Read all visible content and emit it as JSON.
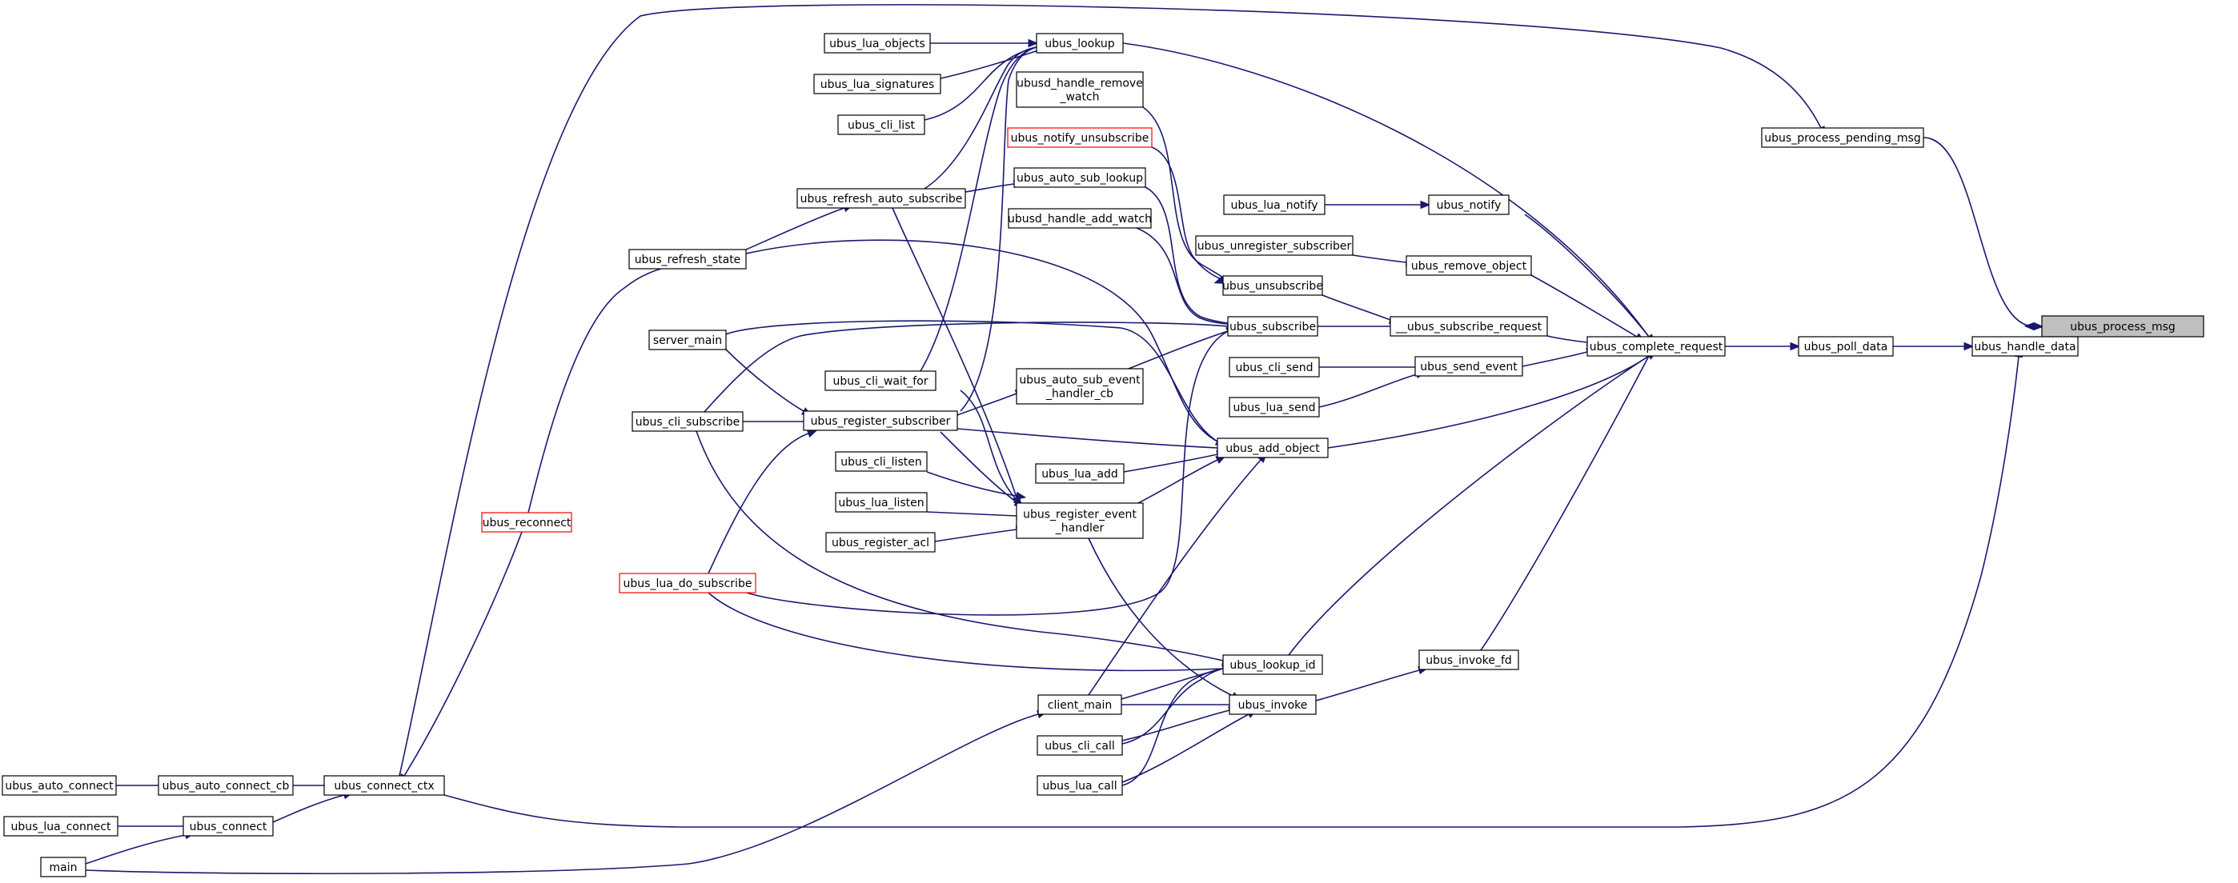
{
  "graph": {
    "title": "",
    "edge_color": "#191970",
    "node_border": "#000000",
    "highlight_border": "#ff0000",
    "root_fill": "#bfbfbf",
    "nodes": [
      {
        "id": "ubus_process_msg",
        "label": [
          "ubus_process_msg"
        ],
        "style": "root"
      },
      {
        "id": "ubus_handle_data",
        "label": [
          "ubus_handle_data"
        ]
      },
      {
        "id": "ubus_process_pending_msg",
        "label": [
          "ubus_process_pending_msg"
        ]
      },
      {
        "id": "ubus_poll_data",
        "label": [
          "ubus_poll_data"
        ]
      },
      {
        "id": "ubus_connect_ctx",
        "label": [
          "ubus_connect_ctx"
        ]
      },
      {
        "id": "ubus_complete_request",
        "label": [
          "ubus_complete_request"
        ]
      },
      {
        "id": "ubus_lookup",
        "label": [
          "ubus_lookup"
        ]
      },
      {
        "id": "ubus_notify",
        "label": [
          "ubus_notify"
        ]
      },
      {
        "id": "ubus_remove_object",
        "label": [
          "ubus_remove_object"
        ]
      },
      {
        "id": "__ubus_subscribe_request",
        "label": [
          "__ubus_subscribe_request"
        ]
      },
      {
        "id": "ubus_send_event",
        "label": [
          "ubus_send_event"
        ]
      },
      {
        "id": "ubus_add_object",
        "label": [
          "ubus_add_object"
        ]
      },
      {
        "id": "ubus_lookup_id",
        "label": [
          "ubus_lookup_id"
        ]
      },
      {
        "id": "ubus_invoke_fd",
        "label": [
          "ubus_invoke_fd"
        ]
      },
      {
        "id": "ubus_lua_objects",
        "label": [
          "ubus_lua_objects"
        ]
      },
      {
        "id": "ubus_lua_signatures",
        "label": [
          "ubus_lua_signatures"
        ]
      },
      {
        "id": "ubus_cli_list",
        "label": [
          "ubus_cli_list"
        ]
      },
      {
        "id": "ubus_refresh_auto_subscribe",
        "label": [
          "ubus_refresh_auto_subscribe"
        ]
      },
      {
        "id": "ubus_cli_wait_for",
        "label": [
          "ubus_cli_wait_for"
        ]
      },
      {
        "id": "ubus_register_subscriber",
        "label": [
          "ubus_register_subscriber"
        ]
      },
      {
        "id": "ubus_register_event_handler",
        "label": [
          "ubus_register_event",
          "_handler"
        ]
      },
      {
        "id": "ubusd_handle_remove_watch",
        "label": [
          "ubusd_handle_remove",
          "_watch"
        ]
      },
      {
        "id": "ubus_notify_unsubscribe",
        "label": [
          "ubus_notify_unsubscribe"
        ],
        "style": "red"
      },
      {
        "id": "ubus_auto_sub_lookup",
        "label": [
          "ubus_auto_sub_lookup"
        ]
      },
      {
        "id": "ubusd_handle_add_watch",
        "label": [
          "ubusd_handle_add_watch"
        ]
      },
      {
        "id": "ubus_lua_notify",
        "label": [
          "ubus_lua_notify"
        ]
      },
      {
        "id": "ubus_unregister_subscriber",
        "label": [
          "ubus_unregister_subscriber"
        ]
      },
      {
        "id": "ubus_unsubscribe",
        "label": [
          "ubus_unsubscribe"
        ]
      },
      {
        "id": "ubus_subscribe",
        "label": [
          "ubus_subscribe"
        ]
      },
      {
        "id": "ubus_cli_send",
        "label": [
          "ubus_cli_send"
        ]
      },
      {
        "id": "ubus_lua_send",
        "label": [
          "ubus_lua_send"
        ]
      },
      {
        "id": "ubus_auto_sub_event_handler_cb",
        "label": [
          "ubus_auto_sub_event",
          "_handler_cb"
        ]
      },
      {
        "id": "ubus_lua_add",
        "label": [
          "ubus_lua_add"
        ]
      },
      {
        "id": "ubus_refresh_state",
        "label": [
          "ubus_refresh_state"
        ]
      },
      {
        "id": "server_main",
        "label": [
          "server_main"
        ]
      },
      {
        "id": "ubus_cli_subscribe",
        "label": [
          "ubus_cli_subscribe"
        ]
      },
      {
        "id": "ubus_cli_listen",
        "label": [
          "ubus_cli_listen"
        ]
      },
      {
        "id": "ubus_lua_listen",
        "label": [
          "ubus_lua_listen"
        ]
      },
      {
        "id": "ubus_register_acl",
        "label": [
          "ubus_register_acl"
        ]
      },
      {
        "id": "ubus_reconnect",
        "label": [
          "ubus_reconnect"
        ],
        "style": "red"
      },
      {
        "id": "ubus_lua_do_subscribe",
        "label": [
          "ubus_lua_do_subscribe"
        ],
        "style": "red"
      },
      {
        "id": "ubus_invoke",
        "label": [
          "ubus_invoke"
        ]
      },
      {
        "id": "client_main",
        "label": [
          "client_main"
        ]
      },
      {
        "id": "ubus_cli_call",
        "label": [
          "ubus_cli_call"
        ]
      },
      {
        "id": "ubus_lua_call",
        "label": [
          "ubus_lua_call"
        ]
      },
      {
        "id": "ubus_auto_connect",
        "label": [
          "ubus_auto_connect"
        ]
      },
      {
        "id": "ubus_auto_connect_cb",
        "label": [
          "ubus_auto_connect_cb"
        ]
      },
      {
        "id": "ubus_lua_connect",
        "label": [
          "ubus_lua_connect"
        ]
      },
      {
        "id": "ubus_connect",
        "label": [
          "ubus_connect"
        ]
      },
      {
        "id": "main",
        "label": [
          "main"
        ]
      }
    ],
    "edges": [
      {
        "from": "ubus_handle_data",
        "to": "ubus_process_msg"
      },
      {
        "from": "ubus_process_pending_msg",
        "to": "ubus_process_msg"
      },
      {
        "from": "ubus_poll_data",
        "to": "ubus_handle_data"
      },
      {
        "from": "ubus_connect_ctx",
        "to": "ubus_handle_data"
      },
      {
        "from": "ubus_connect_ctx",
        "to": "ubus_process_pending_msg"
      },
      {
        "from": "ubus_complete_request",
        "to": "ubus_poll_data"
      },
      {
        "from": "ubus_lookup",
        "to": "ubus_complete_request"
      },
      {
        "from": "ubus_notify",
        "to": "ubus_complete_request"
      },
      {
        "from": "ubus_remove_object",
        "to": "ubus_complete_request"
      },
      {
        "from": "__ubus_subscribe_request",
        "to": "ubus_complete_request"
      },
      {
        "from": "ubus_send_event",
        "to": "ubus_complete_request"
      },
      {
        "from": "ubus_add_object",
        "to": "ubus_complete_request"
      },
      {
        "from": "ubus_lookup_id",
        "to": "ubus_complete_request"
      },
      {
        "from": "ubus_invoke_fd",
        "to": "ubus_complete_request"
      },
      {
        "from": "ubus_lua_objects",
        "to": "ubus_lookup"
      },
      {
        "from": "ubus_lua_signatures",
        "to": "ubus_lookup"
      },
      {
        "from": "ubus_cli_list",
        "to": "ubus_lookup"
      },
      {
        "from": "ubus_refresh_auto_subscribe",
        "to": "ubus_lookup"
      },
      {
        "from": "ubus_cli_wait_for",
        "to": "ubus_lookup"
      },
      {
        "from": "ubus_register_subscriber",
        "to": "ubus_lookup"
      },
      {
        "from": "ubus_lua_notify",
        "to": "ubus_notify"
      },
      {
        "from": "ubus_unregister_subscriber",
        "to": "ubus_remove_object"
      },
      {
        "from": "ubus_unsubscribe",
        "to": "__ubus_subscribe_request"
      },
      {
        "from": "ubus_subscribe",
        "to": "__ubus_subscribe_request"
      },
      {
        "from": "ubus_cli_send",
        "to": "ubus_send_event"
      },
      {
        "from": "ubus_lua_send",
        "to": "ubus_send_event"
      },
      {
        "from": "ubusd_handle_remove_watch",
        "to": "ubus_unsubscribe"
      },
      {
        "from": "ubus_notify_unsubscribe",
        "to": "ubus_unsubscribe"
      },
      {
        "from": "ubus_auto_sub_lookup",
        "to": "ubus_subscribe"
      },
      {
        "from": "ubusd_handle_add_watch",
        "to": "ubus_subscribe"
      },
      {
        "from": "ubus_auto_sub_event_handler_cb",
        "to": "ubus_subscribe"
      },
      {
        "from": "ubus_cli_subscribe",
        "to": "ubus_subscribe"
      },
      {
        "from": "ubus_lua_do_subscribe",
        "to": "ubus_subscribe"
      },
      {
        "from": "ubus_refresh_auto_subscribe",
        "to": "ubus_auto_sub_lookup"
      },
      {
        "from": "ubus_refresh_state",
        "to": "ubus_refresh_auto_subscribe"
      },
      {
        "from": "ubus_reconnect",
        "to": "ubus_refresh_state"
      },
      {
        "from": "ubus_register_subscriber",
        "to": "ubus_auto_sub_event_handler_cb"
      },
      {
        "from": "ubus_lua_add",
        "to": "ubus_add_object"
      },
      {
        "from": "ubus_register_subscriber",
        "to": "ubus_add_object"
      },
      {
        "from": "ubus_register_event_handler",
        "to": "ubus_add_object"
      },
      {
        "from": "server_main",
        "to": "ubus_add_object"
      },
      {
        "from": "ubus_refresh_state",
        "to": "ubus_add_object"
      },
      {
        "from": "client_main",
        "to": "ubus_add_object"
      },
      {
        "from": "server_main",
        "to": "ubus_register_subscriber"
      },
      {
        "from": "ubus_cli_subscribe",
        "to": "ubus_register_subscriber"
      },
      {
        "from": "ubus_lua_do_subscribe",
        "to": "ubus_register_subscriber"
      },
      {
        "from": "ubus_cli_listen",
        "to": "ubus_register_event_handler"
      },
      {
        "from": "ubus_lua_listen",
        "to": "ubus_register_event_handler"
      },
      {
        "from": "ubus_register_acl",
        "to": "ubus_register_event_handler"
      },
      {
        "from": "ubus_refresh_auto_subscribe",
        "to": "ubus_register_event_handler"
      },
      {
        "from": "ubus_cli_wait_for",
        "to": "ubus_register_event_handler"
      },
      {
        "from": "ubus_register_subscriber",
        "to": "ubus_register_event_handler"
      },
      {
        "from": "ubus_cli_subscribe",
        "to": "ubus_lookup_id"
      },
      {
        "from": "ubus_lua_do_subscribe",
        "to": "ubus_lookup_id"
      },
      {
        "from": "client_main",
        "to": "ubus_lookup_id"
      },
      {
        "from": "ubus_cli_call",
        "to": "ubus_lookup_id"
      },
      {
        "from": "ubus_lua_call",
        "to": "ubus_lookup_id"
      },
      {
        "from": "ubus_invoke",
        "to": "ubus_invoke_fd"
      },
      {
        "from": "client_main",
        "to": "ubus_invoke"
      },
      {
        "from": "ubus_cli_call",
        "to": "ubus_invoke"
      },
      {
        "from": "ubus_lua_call",
        "to": "ubus_invoke"
      },
      {
        "from": "ubus_register_event_handler",
        "to": "ubus_invoke"
      },
      {
        "from": "ubus_auto_connect",
        "to": "ubus_auto_connect_cb"
      },
      {
        "from": "ubus_auto_connect_cb",
        "to": "ubus_connect_ctx"
      },
      {
        "from": "ubus_connect",
        "to": "ubus_connect_ctx"
      },
      {
        "from": "ubus_reconnect",
        "to": "ubus_connect_ctx"
      },
      {
        "from": "ubus_lua_connect",
        "to": "ubus_connect"
      },
      {
        "from": "main",
        "to": "ubus_connect"
      },
      {
        "from": "main",
        "to": "client_main"
      }
    ]
  }
}
